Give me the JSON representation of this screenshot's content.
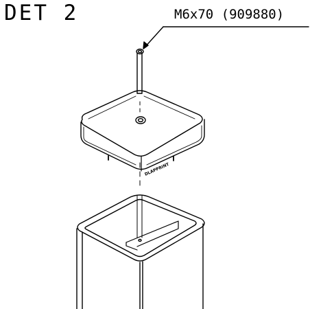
{
  "detail": {
    "label": "DET 2"
  },
  "callout": {
    "part_label": "M6x70 (909880)"
  },
  "cap": {
    "brand_text": "DLAPPRINT"
  },
  "colors": {
    "line": "#000000",
    "background": "#ffffff"
  }
}
